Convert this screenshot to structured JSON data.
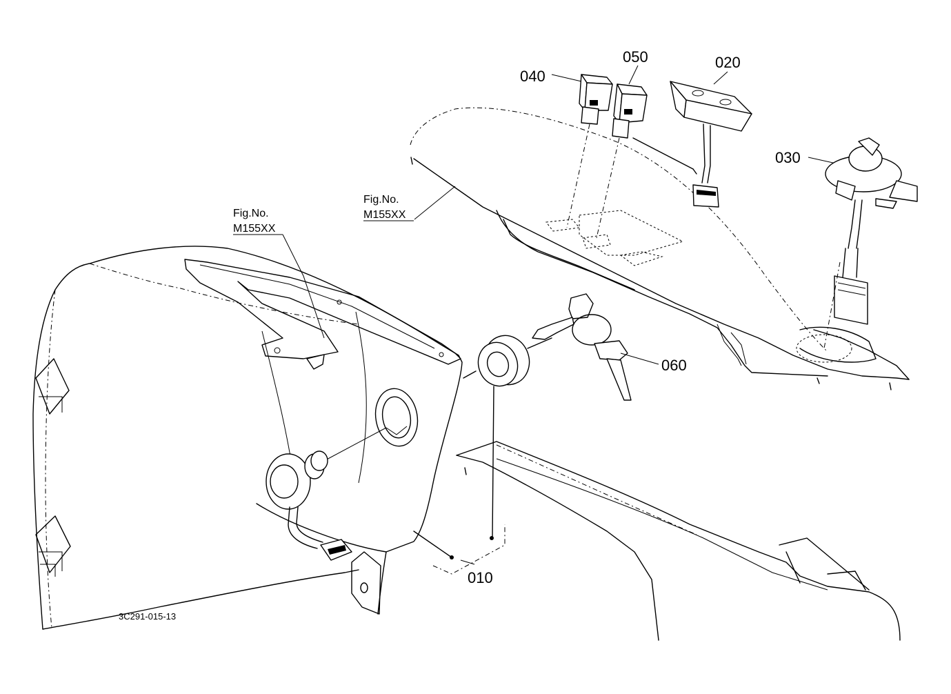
{
  "parts": [
    {
      "id": "part-010",
      "label": "010"
    },
    {
      "id": "part-020",
      "label": "020"
    },
    {
      "id": "part-030",
      "label": "030"
    },
    {
      "id": "part-040",
      "label": "040"
    },
    {
      "id": "part-050",
      "label": "050"
    },
    {
      "id": "part-060",
      "label": "060"
    }
  ],
  "figure_refs": [
    {
      "line1": "Fig.No.",
      "line2": "M155XX"
    },
    {
      "line1": "Fig.No.",
      "line2": "M155XX"
    }
  ],
  "drawing_number": "3C291-015-13"
}
